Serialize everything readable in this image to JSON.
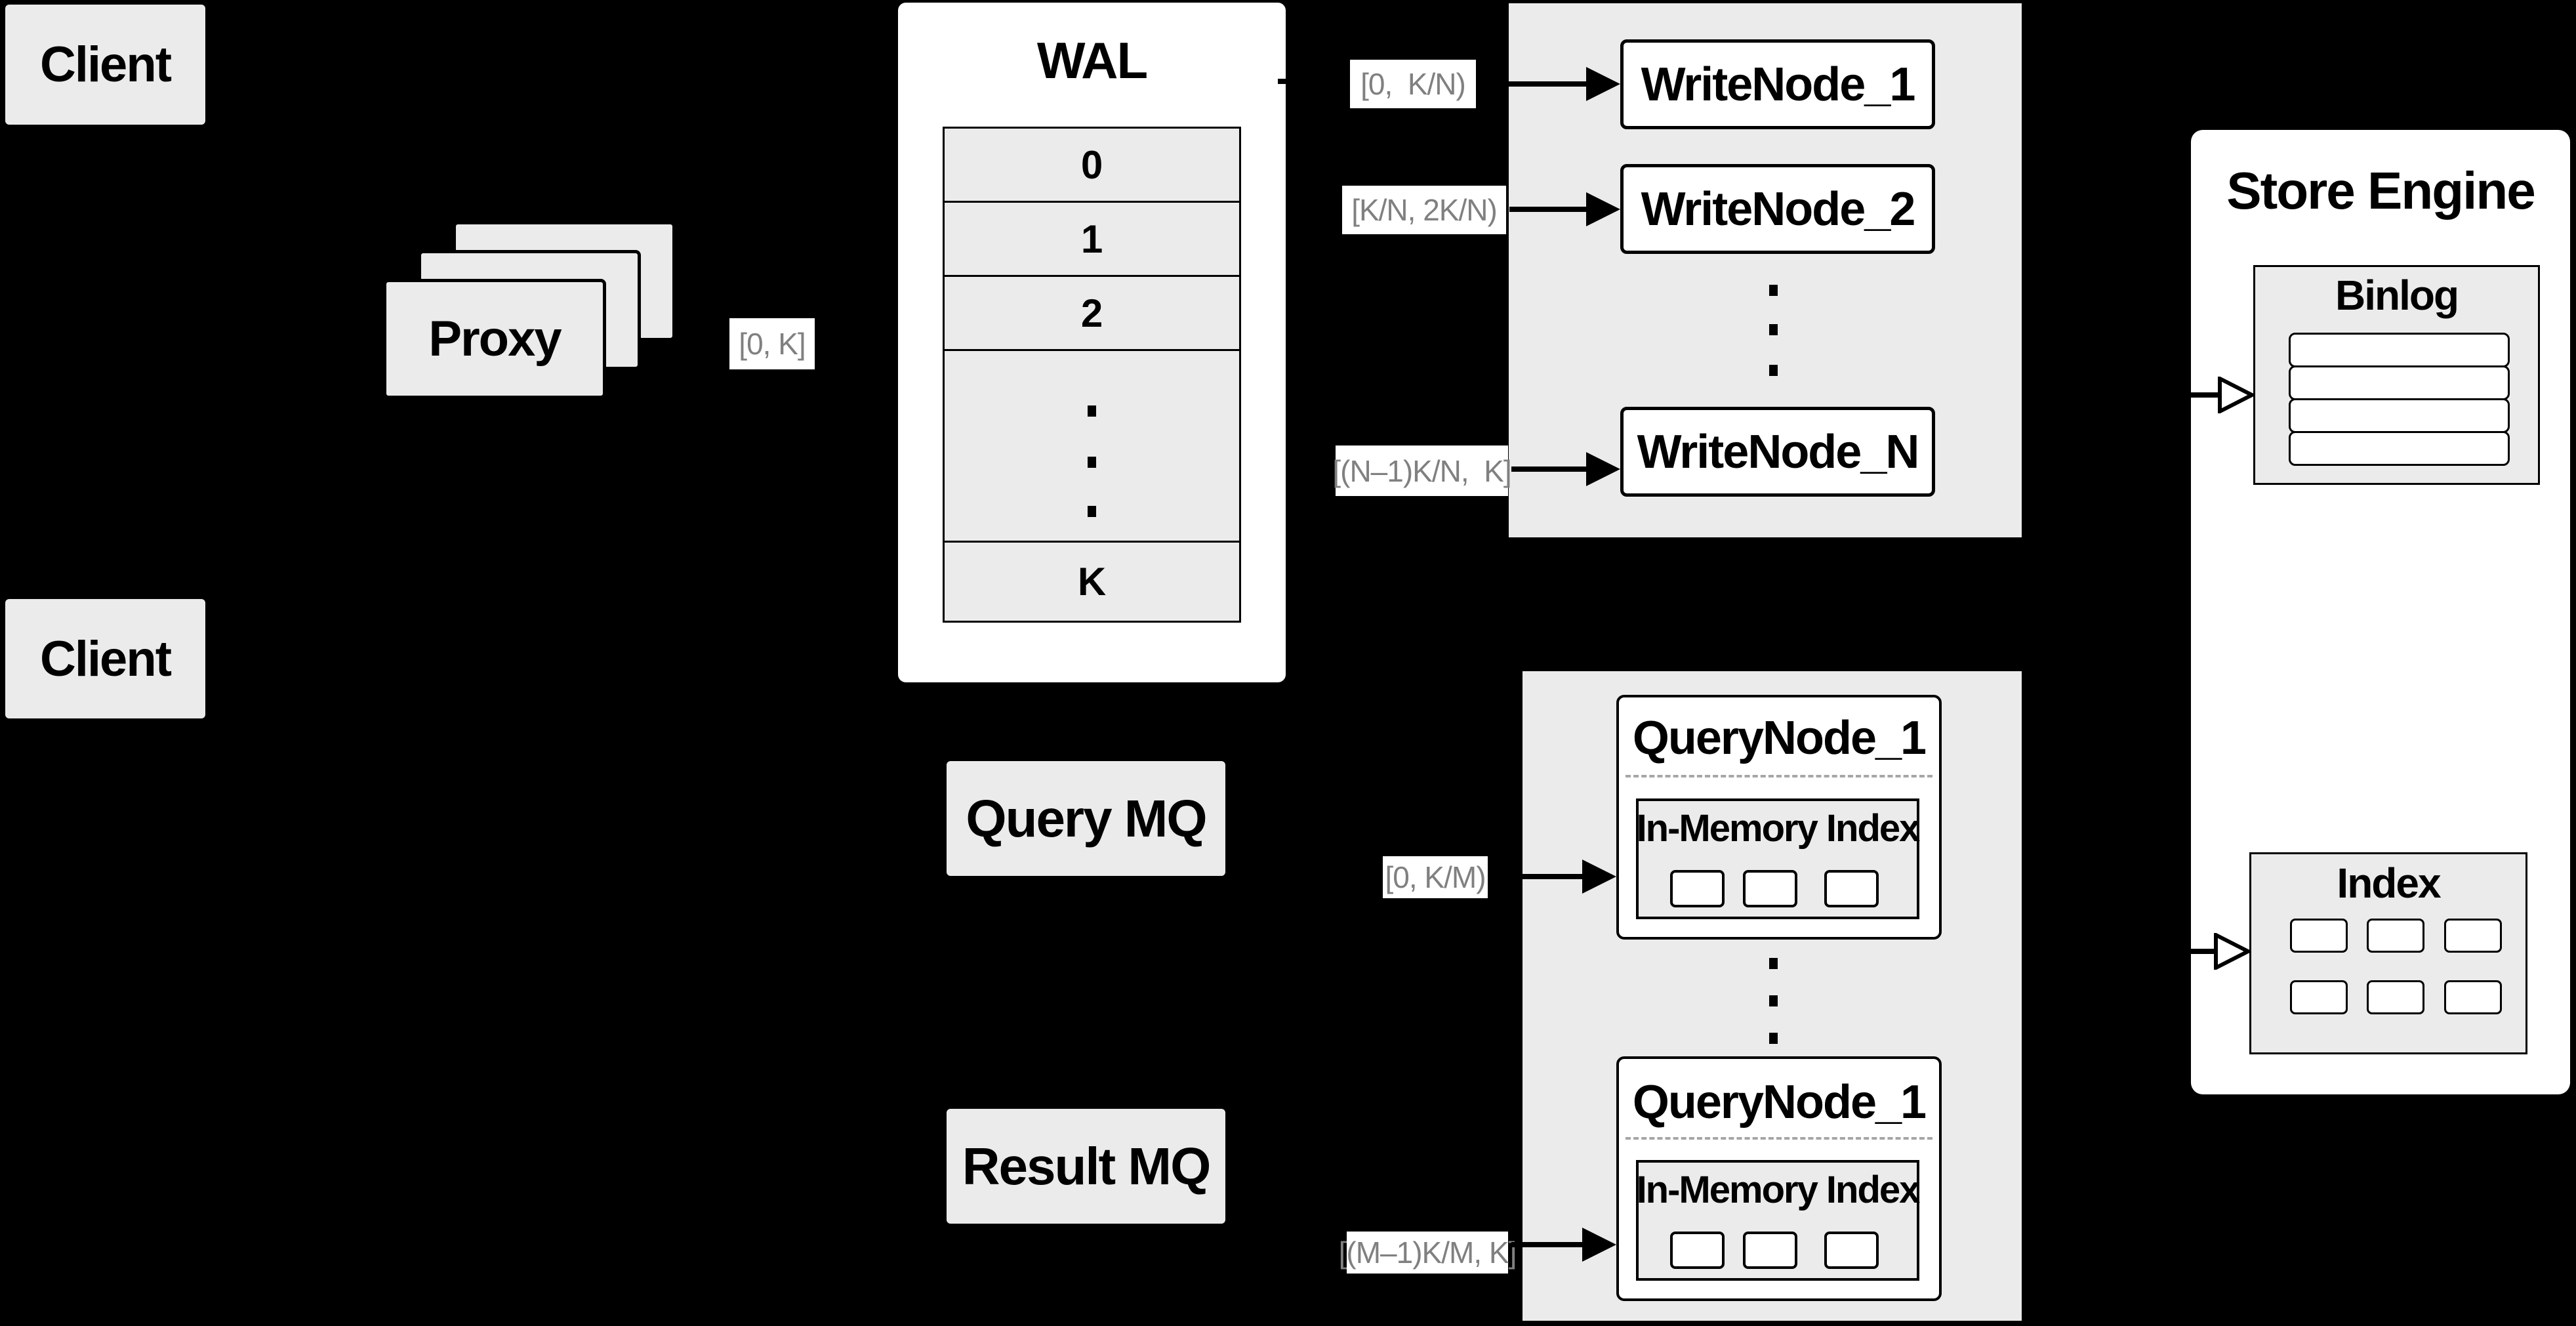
{
  "colors": {
    "background": "#000000",
    "box_gray": "#ebebeb",
    "box_white": "#ffffff",
    "range_text": "#808080",
    "border": "#000000",
    "dash_separator": "#a6a6a6"
  },
  "clients": {
    "top_label": "Client",
    "bottom_label": "Client"
  },
  "proxy": {
    "label": "Proxy"
  },
  "range_labels": {
    "proxy_to_wal": "[0, K]",
    "write_1": "[0,  K/N)",
    "write_2": "[K/N, 2K/N)",
    "write_n": "[(N–1)K/N,  K]",
    "query_1": "[0, K/M)",
    "query_m": "[(M–1)K/M, K]"
  },
  "wal": {
    "title": "WAL",
    "rows": [
      "0",
      "1",
      "2"
    ],
    "last_row": "K"
  },
  "write_group": {
    "nodes": [
      "WriteNode_1",
      "WriteNode_2",
      "WriteNode_N"
    ]
  },
  "query_group": {
    "nodes": [
      {
        "title": "QueryNode_1",
        "inner_title": "In-Memory Index"
      },
      {
        "title": "QueryNode_1",
        "inner_title": "In-Memory Index"
      }
    ]
  },
  "mq": {
    "query": "Query MQ",
    "result": "Result MQ"
  },
  "store_engine": {
    "title": "Store Engine",
    "binlog_title": "Binlog",
    "index_title": "Index"
  }
}
